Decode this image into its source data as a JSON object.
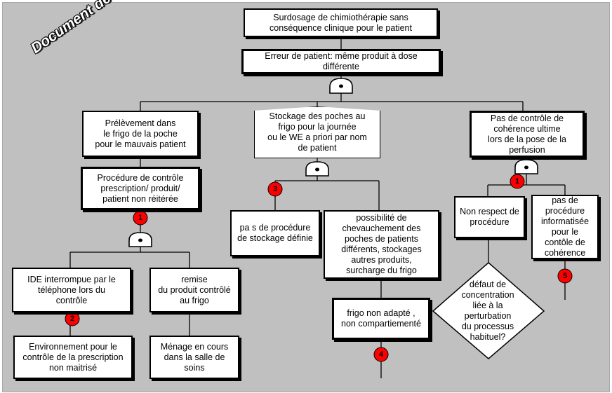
{
  "watermark": "Document de travail",
  "nodes": {
    "top": "Surdosage de chimiothérapie sans\nconséquence clinique pour le patient",
    "erreur": "Erreur de patient: même produit à dose\ndifférente",
    "prelevement": "Prélèvement dans\nle frigo de la poche\npour le mauvais patient",
    "stockage_poches": "Stockage des poches au\nfrigo pour la journée\nou le WE  a priori par nom\nde patient",
    "controle_coherence": "Pas de contrôle de\ncohérence  ultime\nlors de la pose de la\nperfusion",
    "procedure_controle": "Procédure de contrôle\nprescription/ produit/\npatient non réitérée",
    "procedure_stockage": "pa s de procédure\nde stockage définie",
    "chevauchement": "possibilité de\nchevauchement des\npoches de patients\ndifférents, stockages\nautres produits,\nsurcharge du frigo",
    "non_respect": "Non respect de\nprocédure",
    "pas_procedure": "pas de\nprocédure\ninformatisée\npour le\ncontôle de\ncohérence",
    "ide": "IDE interrompue par le\ntéléphone lors du\ncontrôle",
    "remise": "remise\ndu produit contrôlé\nau frigo",
    "frigo": "frigo non adapté ,\nnon compartiementé",
    "environnement": "Environnement pour le\ncontrôle de la prescription\nnon maitrisé",
    "menage": "Ménage en cours\ndans la salle de\nsoins",
    "defaut": "défaut de\nconcentration\nliée à la\nperturbation\ndu processus\nhabituel?"
  },
  "badges": [
    "1",
    "2",
    "3",
    "4",
    "1",
    "5"
  ],
  "colors": {
    "background": "#c0c0c0",
    "badge": "#ff0000",
    "box": "#ffffff",
    "line": "#000000"
  }
}
